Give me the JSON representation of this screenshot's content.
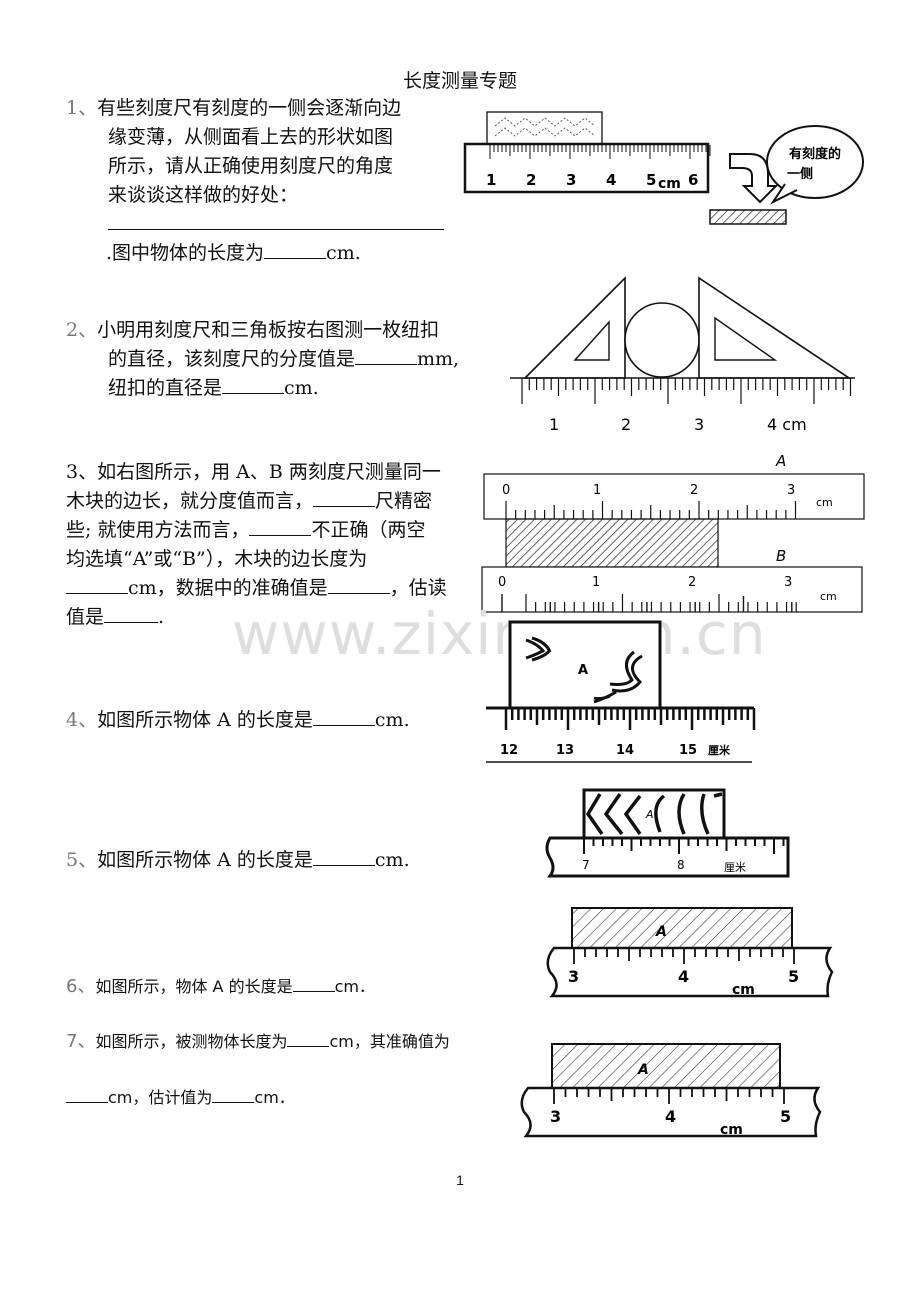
{
  "title": "长度测量专题",
  "watermark": "www.zixin.com.cn",
  "page_number": "1",
  "q1": {
    "num": "1、",
    "l1": "有些刻度尺有刻度的一侧会逐渐向边",
    "l2": "缘变薄，从侧面看上去的形状如图",
    "l3": "所示，请从正确使用刻度尺的角度",
    "l4": "来谈谈这样做的好处：",
    "l5a": ".图中物体的长度为",
    "l5b": "cm.",
    "ticks": [
      "1",
      "2",
      "3",
      "4",
      "5",
      "6"
    ],
    "unit": "cm",
    "bubble": [
      "有刻度的",
      "一侧"
    ]
  },
  "q2": {
    "num": "2、",
    "l1": "小明用刻度尺和三角板按右图测一枚纽扣",
    "l2a": "的直径，该刻度尺的分度值是",
    "l2b": "mm,",
    "l3a": "纽扣的直径是",
    "l3b": "cm.",
    "ticks": [
      "1",
      "2",
      "3",
      "4 cm"
    ]
  },
  "q3": {
    "l1": "3、如右图所示，用 A、B 两刻度尺测量同一",
    "l2a": "木块的边长，就分度值而言，",
    "l2b": "尺精密",
    "l3a": "些; 就使用方法而言，",
    "l3b": "不正确（两空",
    "l4": "均选填“A”或“B”），木块的边长度为",
    "l5a": "cm，数据中的准确值是",
    "l5b": "，估读",
    "l6a": "值是",
    "l6b": ".",
    "rulerA": "A",
    "rulerB": "B",
    "ticks": [
      "0",
      "1",
      "2",
      "3"
    ],
    "unit": "cm"
  },
  "q4": {
    "num": "4、",
    "text": "如图所示物体 A 的长度是",
    "unit_text": "cm.",
    "label": "A",
    "ticks": [
      "12",
      "13",
      "14",
      "15"
    ],
    "unit": "厘米"
  },
  "q5": {
    "num": "5、",
    "text": "如图所示物体 A 的长度是",
    "unit_text": "cm.",
    "label": "A",
    "ticks": [
      "7",
      "8"
    ],
    "unit": "厘米"
  },
  "q6": {
    "num": "6、",
    "text": "如图所示，物体 A 的长度是",
    "unit_text": "cm．",
    "label": "A",
    "ticks": [
      "3",
      "4",
      "5"
    ],
    "unit": "cm"
  },
  "q7": {
    "num": "7、",
    "l1a": "如图所示，被测物体长度为",
    "l1b": "cm，其准确值为",
    "l2a": "cm，估计值为",
    "l2b": "cm．",
    "label": "A",
    "ticks": [
      "3",
      "4",
      "5"
    ],
    "unit": "cm"
  }
}
